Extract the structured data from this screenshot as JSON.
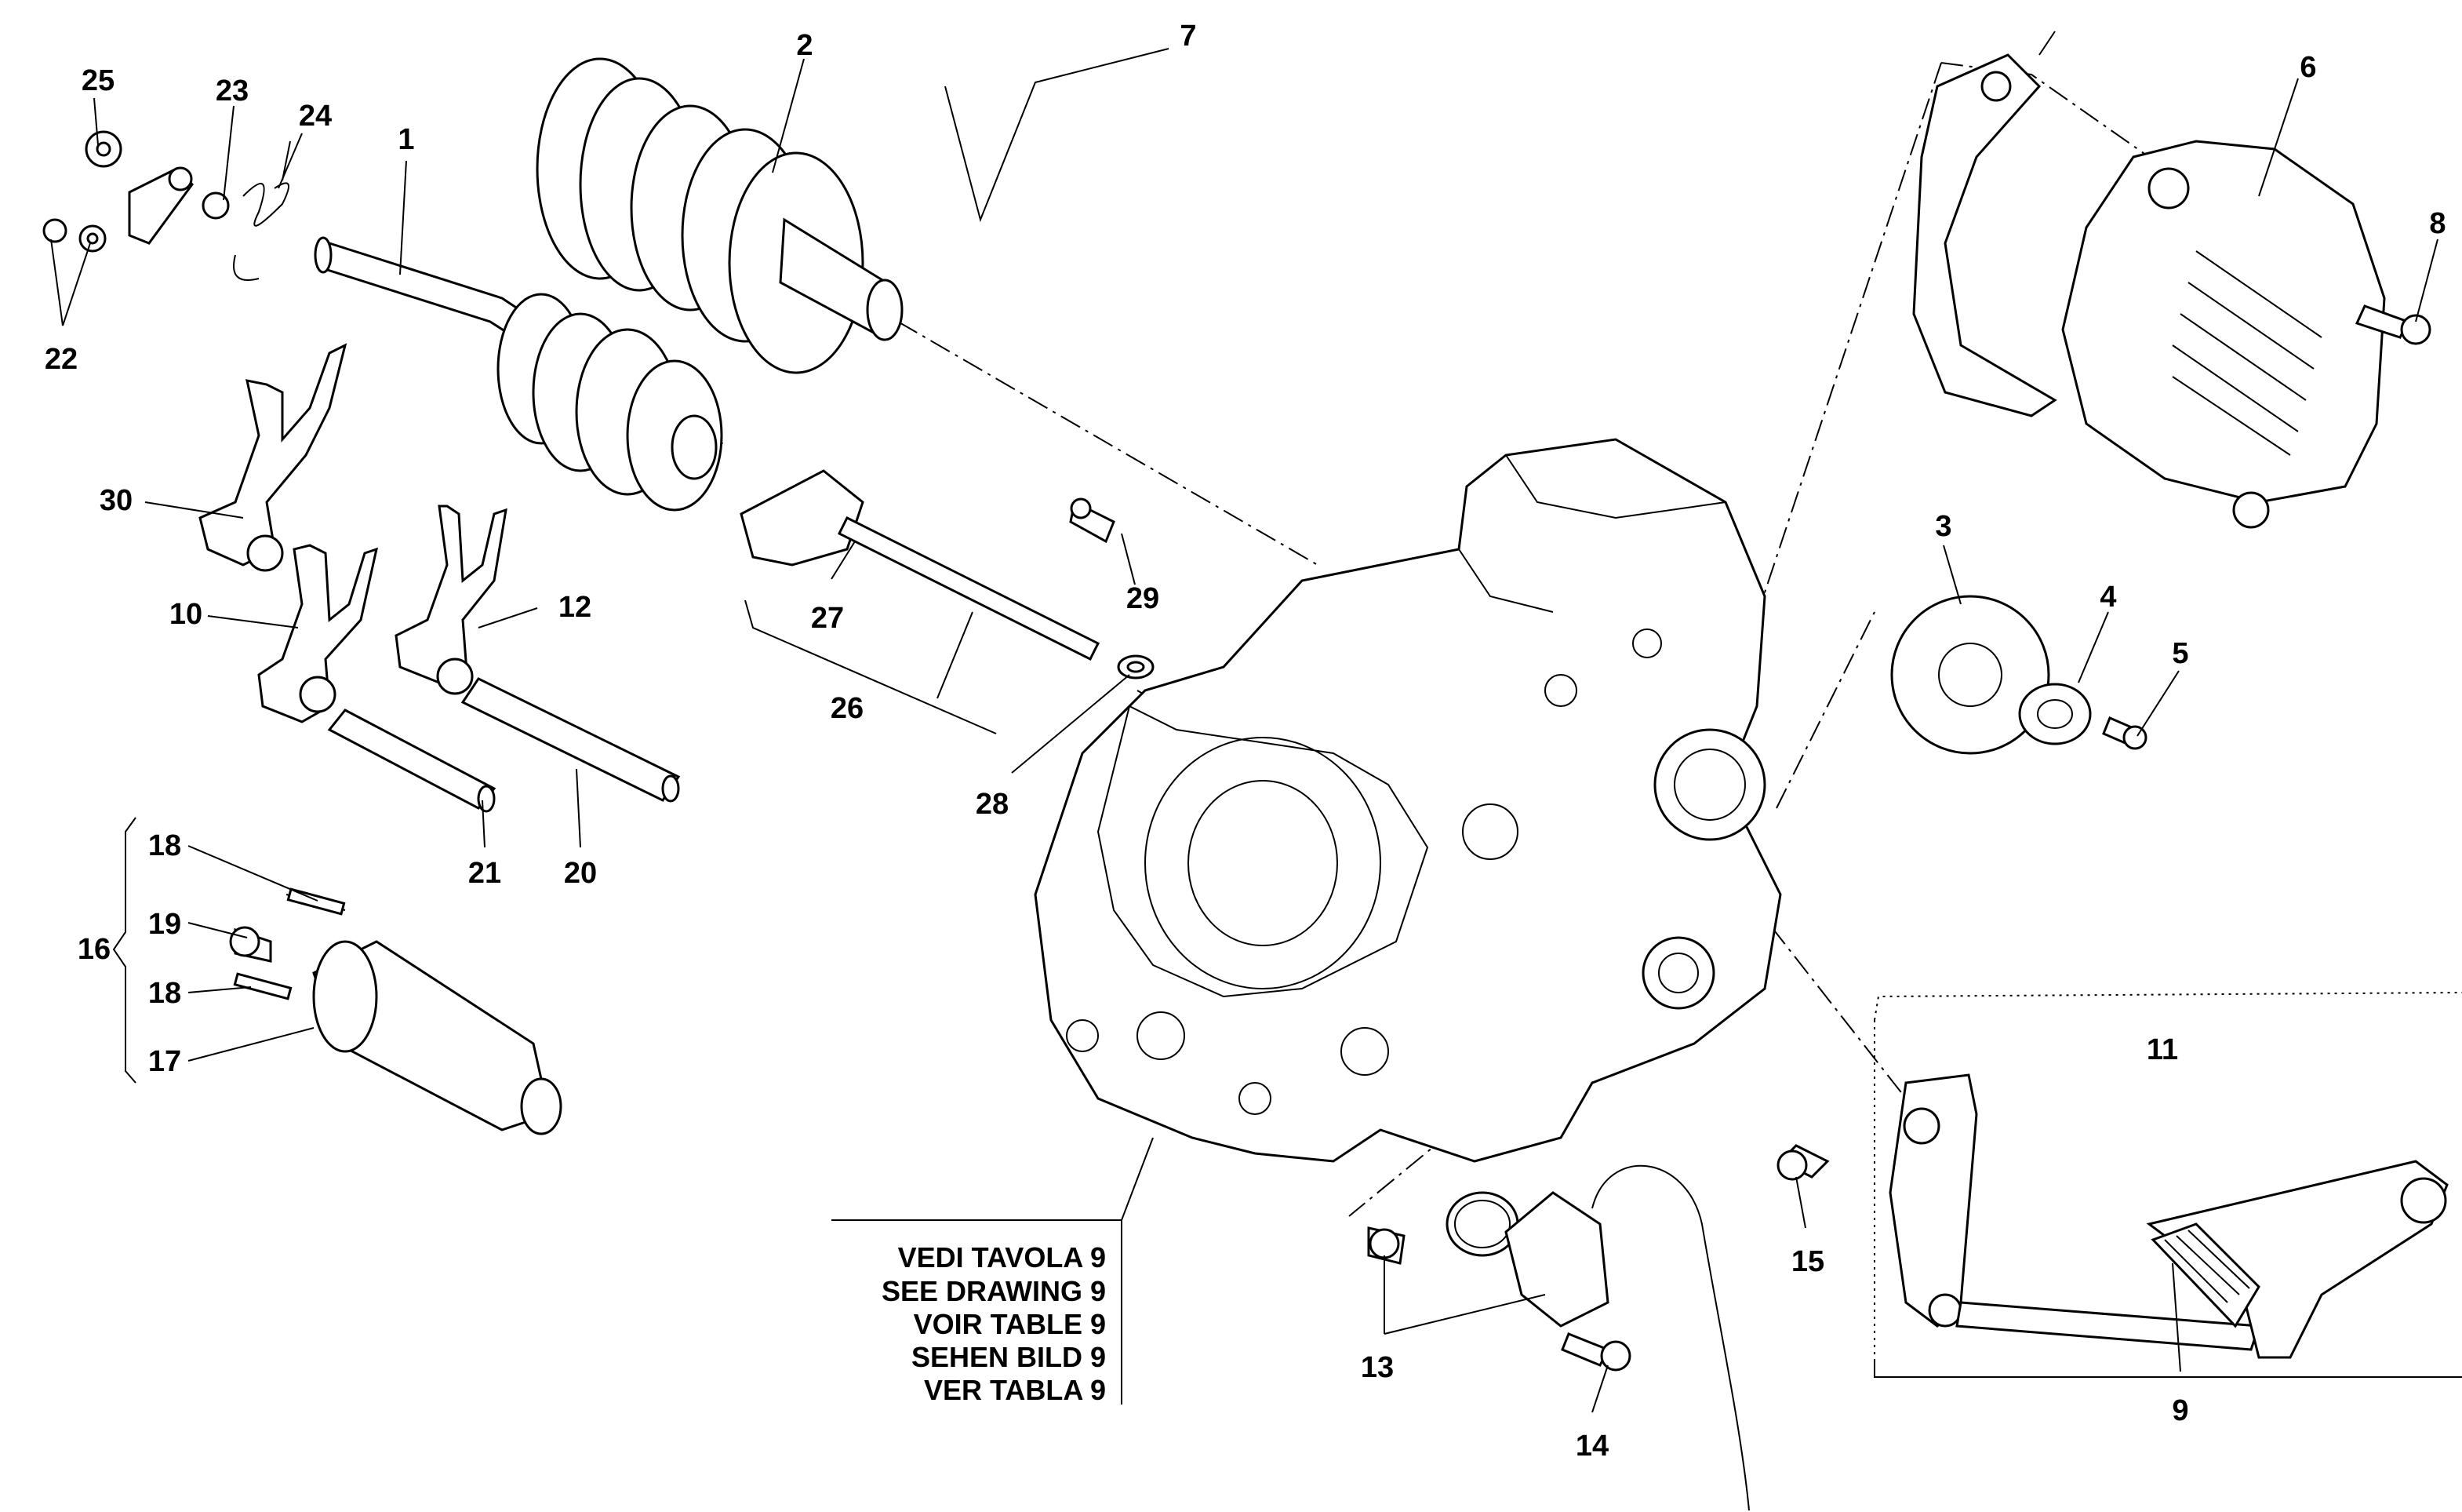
{
  "labels": {
    "p1": "1",
    "p2": "2",
    "p3": "3",
    "p4": "4",
    "p5": "5",
    "p6": "6",
    "p7": "7",
    "p8": "8",
    "p9": "9",
    "p10": "10",
    "p11": "11",
    "p12": "12",
    "p13": "13",
    "p14": "14",
    "p15": "15",
    "p16": "16",
    "p17": "17",
    "p18a": "18",
    "p18b": "18",
    "p19": "19",
    "p20": "20",
    "p21": "21",
    "p22": "22",
    "p23": "23",
    "p24": "24",
    "p25": "25",
    "p26": "26",
    "p27": "27",
    "p28": "28",
    "p29": "29",
    "p30": "30"
  },
  "reference_note": {
    "line1": "VEDI TAVOLA 9",
    "line2": "SEE DRAWING 9",
    "line3": "VOIR TABLE 9",
    "line4": "SEHEN BILD 9",
    "line5": "VER TABLA 9"
  }
}
